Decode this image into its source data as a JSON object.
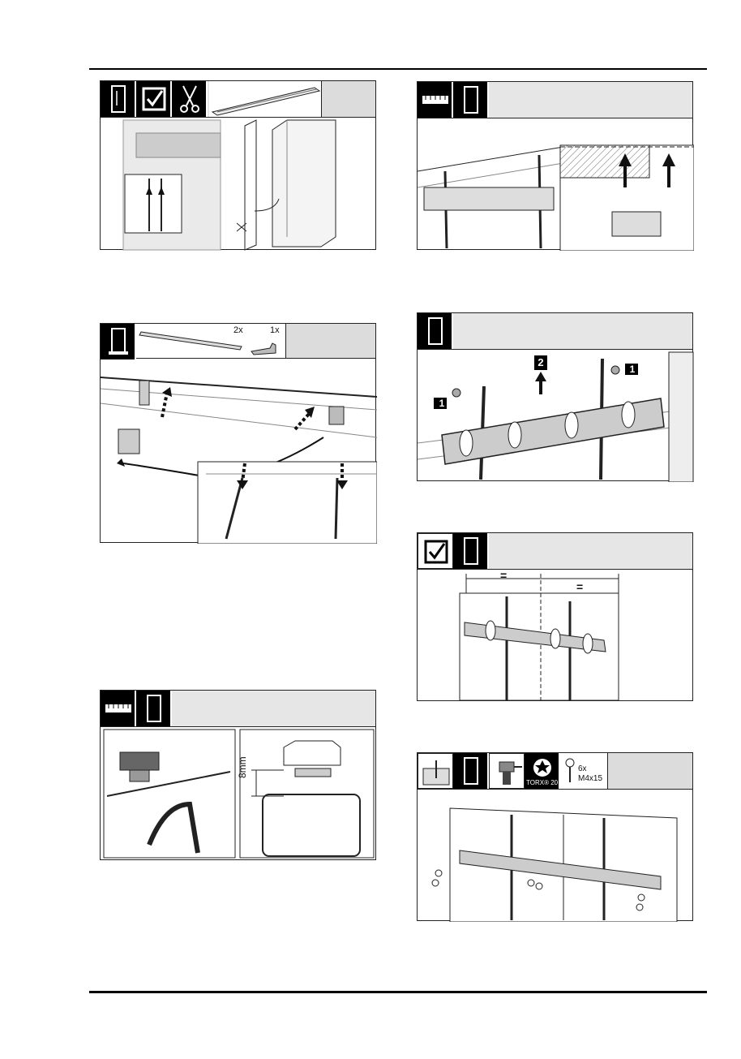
{
  "step_top_left": {},
  "step_mid_left": {
    "count_rail": "2x",
    "count_clip": "1x"
  },
  "step_bottom_left": {
    "distance": "8mm"
  },
  "step_bottom_right": {
    "torx_label": "TORX® 20",
    "screw_count": "6x",
    "screw_spec": "M4x15"
  },
  "markers": {
    "one": "1",
    "two": "2",
    "equal": "="
  }
}
